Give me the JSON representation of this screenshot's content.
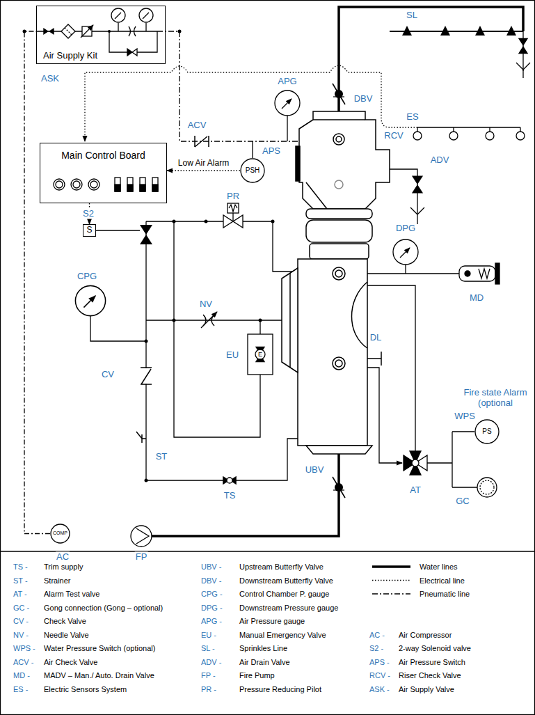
{
  "diagram": {
    "nodes": [
      {
        "text": [
          "Air Supply Kit"
        ]
      },
      {
        "text": [
          "Main Control Board"
        ]
      },
      {
        "text": [
          "PSH"
        ]
      },
      {
        "text": [
          "S"
        ]
      },
      {
        "text": [
          "PS"
        ]
      },
      {
        "text": [
          "COMP"
        ]
      }
    ],
    "edges": [
      {
        "from": 2,
        "to": 1,
        "arrow": "to",
        "label": "Low Air Alarm"
      },
      {
        "from": 1,
        "to": 3,
        "arrow": "to"
      },
      {
        "from": 5,
        "to": 0,
        "arrow": "none"
      }
    ],
    "labels": [
      "ASK",
      "SL",
      "ES",
      "APG",
      "DBV",
      "ACV",
      "APS",
      "RCV",
      "ADV",
      "DPG",
      "MD",
      "DL",
      "S2",
      "PR",
      "CPG",
      "NV",
      "EU",
      "CV",
      "ST",
      "UBV",
      "AT",
      "TS",
      "FP",
      "AC",
      "Fire state Alarm (optional",
      "WPS",
      "GC",
      "E",
      "TS -",
      "Trim supply",
      "ST -",
      "Strainer",
      "AT -",
      "Alarm Test valve",
      "GC -",
      "Gong connection (Gong – optional)",
      "CV -",
      "Check Valve",
      "NV -",
      "Needle Valve",
      "WPS -",
      "Water Pressure Switch (optional)",
      "ACV -",
      "Air Check Valve",
      "MD -",
      "MADV – Man./ Auto. Drain Valve",
      "ES -",
      "Electric Sensors System",
      "UBV -",
      "Upstream Butterfly Valve",
      "DBV -",
      "Downstream  Butterfly Valve",
      "CPG -",
      "Control Chamber P. gauge",
      "DPG -",
      "Downstream Pressure gauge",
      "APG -",
      "Air Pressure gauge",
      "EU -",
      "Manual Emergency Valve",
      "SL -",
      "Sprinkles Line",
      "ADV -",
      "Air Drain Valve",
      "FP -",
      "Fire Pump",
      "PR -",
      "Pressure Reducing Pilot",
      "AC -",
      "Air Compressor",
      "S2 -",
      "2-way Solenoid valve",
      "APS -",
      "Air Pressure Switch",
      "RCV -",
      "Riser Check Valve",
      "ASK -",
      "Air Supply Valve"
    ],
    "legend": [
      {
        "text": "Water lines"
      },
      {
        "text": "Electrical line"
      },
      {
        "text": "Pneumatic line"
      }
    ]
  }
}
